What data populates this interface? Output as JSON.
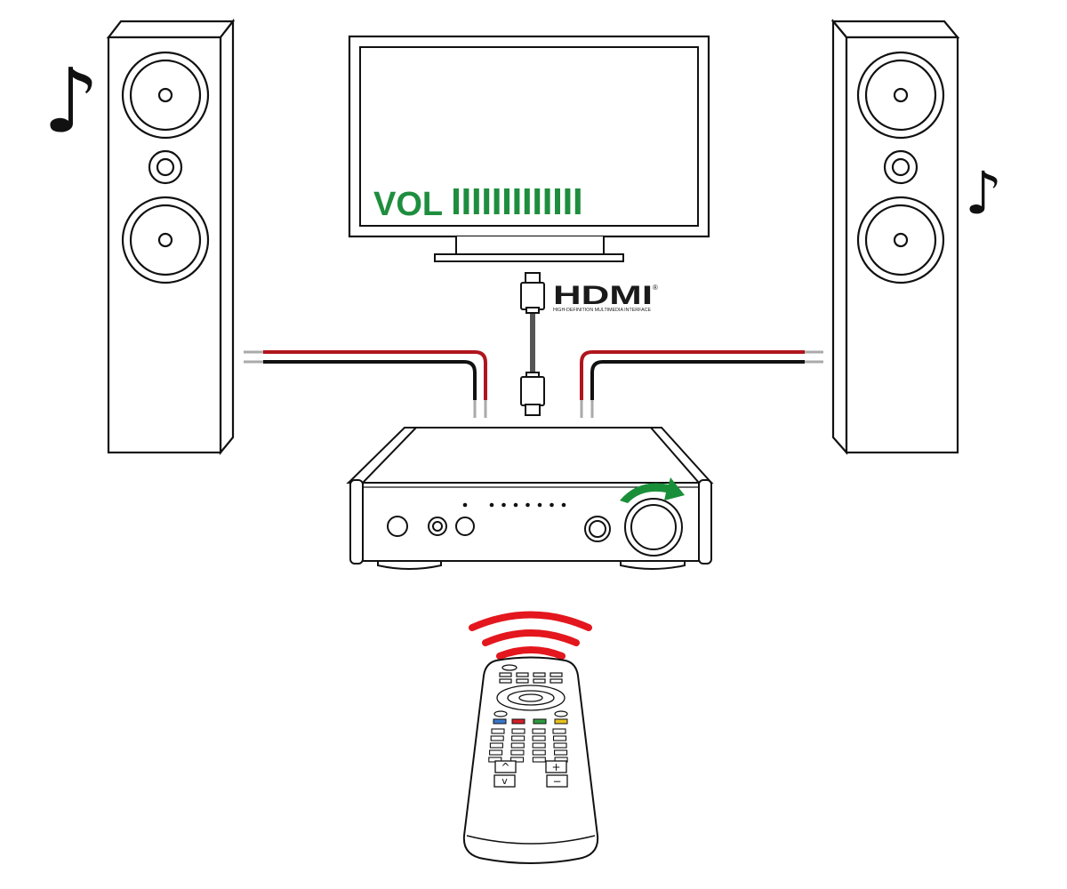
{
  "tv": {
    "volume_label": "VOL",
    "volume_bars": 13
  },
  "hdmi": {
    "logo": "HDMI",
    "trademark": "®",
    "subtitle": "HIGH-DEFINITION MULTIMEDIA INTERFACE"
  },
  "notes": {
    "left_note": "♪",
    "right_note": "♪"
  },
  "amplifier": {
    "indicator_dots": 7,
    "rotation_arrow": "clockwise"
  },
  "remote": {
    "color_keys": [
      "blue",
      "red",
      "green",
      "yellow"
    ],
    "up_label": "^",
    "down_label": "v",
    "plus_label": "+",
    "minus_label": "−"
  },
  "colors": {
    "volume_green": "#1e8e3e",
    "arrow_green": "#1a8f3a",
    "wire_red": "#b0151c",
    "wire_black": "#111111",
    "ir_red": "#e3171d",
    "key_blue": "#3a78c8",
    "key_red": "#d22027",
    "key_green": "#2f9a3f",
    "key_yellow": "#e8c21e"
  }
}
